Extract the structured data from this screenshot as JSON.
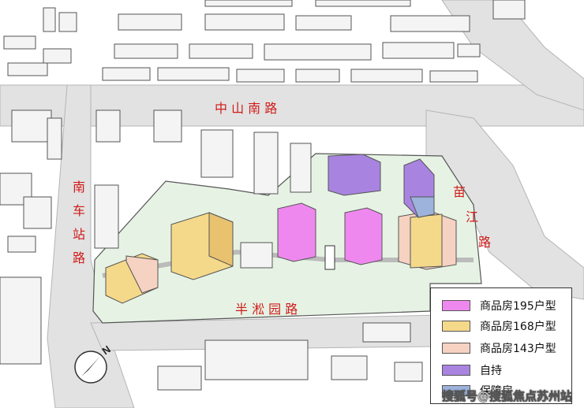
{
  "roads": {
    "north": "中 山 南 路",
    "west": [
      "南",
      "车",
      "站",
      "路"
    ],
    "east": [
      "苗",
      "江",
      "路"
    ],
    "south": "半 淞 园 路"
  },
  "compass": {
    "label": "N"
  },
  "legend": {
    "items": [
      {
        "label": "商品房195户型",
        "color": "#ee88ee"
      },
      {
        "label": "商品房168户型",
        "color": "#f5d98a"
      },
      {
        "label": "商品房143户型",
        "color": "#f6d2c2"
      },
      {
        "label": "自持",
        "color": "#a884e0"
      },
      {
        "label": "保障房",
        "color": "#9db3dc"
      }
    ]
  },
  "watermark": "搜狐号@搜狐焦点苏州站"
}
